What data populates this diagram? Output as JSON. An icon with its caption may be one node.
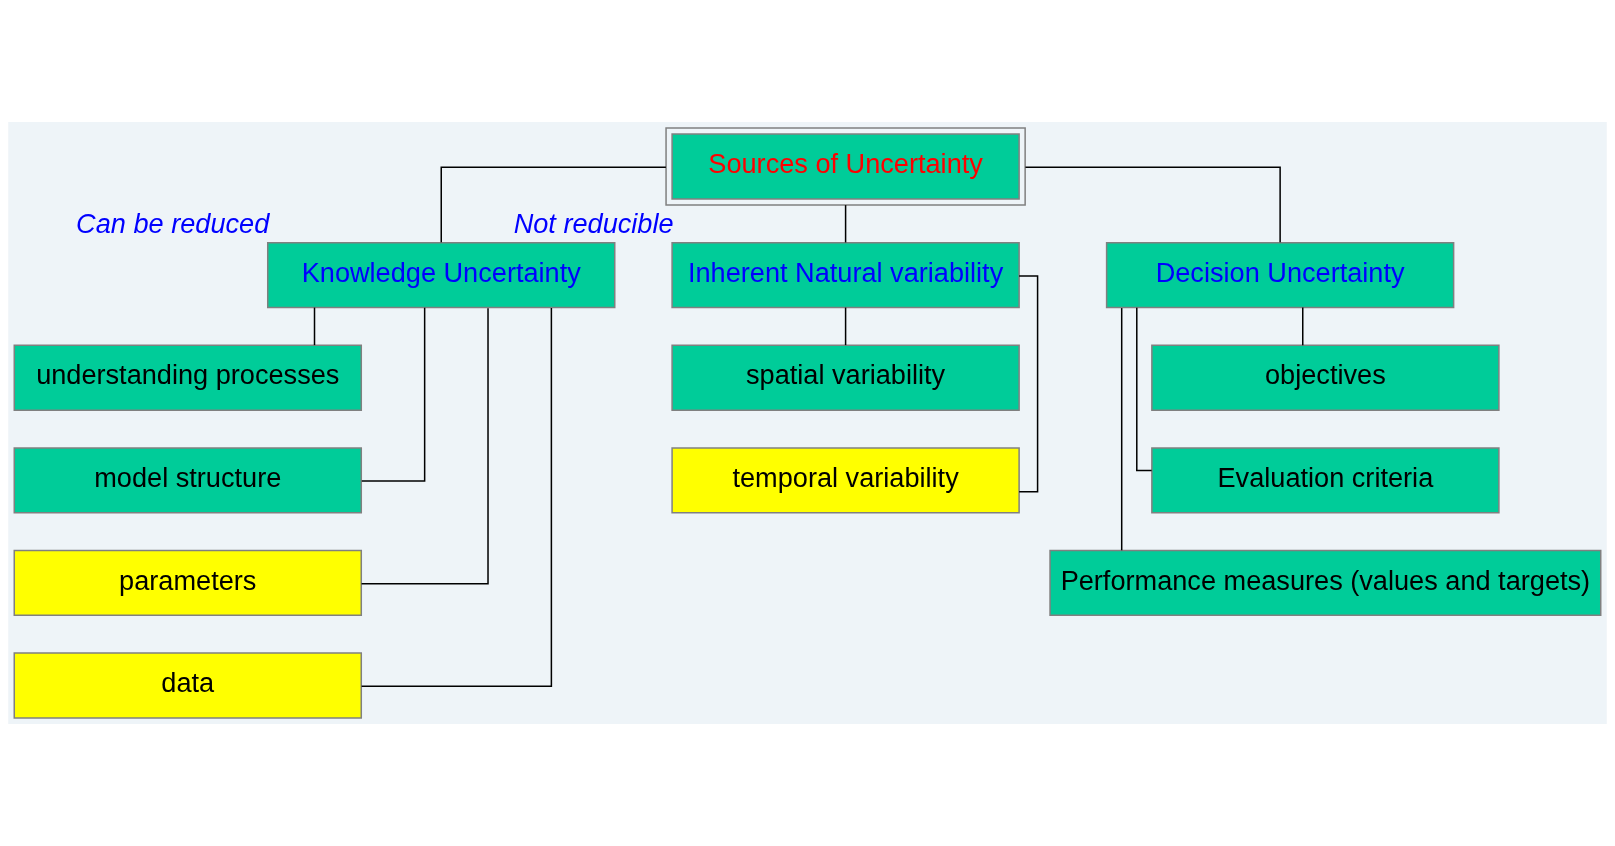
{
  "diagram": {
    "nodes": [
      {
        "text": [
          "Sources of Uncertainty"
        ]
      },
      {
        "text": [
          "Knowledge Uncertainty"
        ],
        "beside": [
          "Can be reduced"
        ]
      },
      {
        "text": [
          "Inherent Natural variability"
        ],
        "beside": [
          "Not reducible"
        ]
      },
      {
        "text": [
          "Decision Uncertainty"
        ]
      },
      {
        "text": [
          "understanding processes"
        ]
      },
      {
        "text": [
          "model structure"
        ]
      },
      {
        "text": [
          "parameters"
        ]
      },
      {
        "text": [
          "data"
        ]
      },
      {
        "text": [
          "spatial variability"
        ]
      },
      {
        "text": [
          "temporal variability"
        ]
      },
      {
        "text": [
          "objectives"
        ]
      },
      {
        "text": [
          "Evaluation criteria"
        ]
      },
      {
        "text": [
          "Performance measures (values and targets)"
        ]
      }
    ],
    "edges": [
      {
        "from": 0,
        "to": 1,
        "arrow": "none"
      },
      {
        "from": 0,
        "to": 2,
        "arrow": "none"
      },
      {
        "from": 0,
        "to": 3,
        "arrow": "none"
      },
      {
        "from": 1,
        "to": 4,
        "arrow": "none"
      },
      {
        "from": 1,
        "to": 5,
        "arrow": "none"
      },
      {
        "from": 1,
        "to": 6,
        "arrow": "none"
      },
      {
        "from": 1,
        "to": 7,
        "arrow": "none"
      },
      {
        "from": 2,
        "to": 8,
        "arrow": "none"
      },
      {
        "from": 2,
        "to": 9,
        "arrow": "none"
      },
      {
        "from": 3,
        "to": 10,
        "arrow": "none"
      },
      {
        "from": 3,
        "to": 11,
        "arrow": "none"
      },
      {
        "from": 3,
        "to": 12,
        "arrow": "none"
      }
    ]
  }
}
